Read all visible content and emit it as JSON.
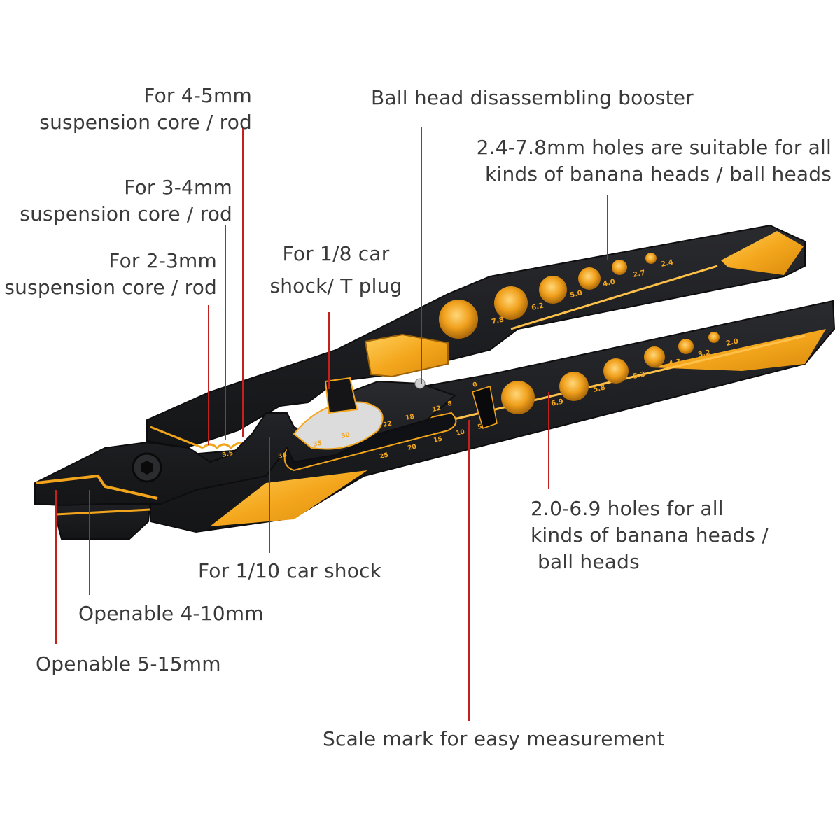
{
  "colors": {
    "body": "#1e1f22",
    "body_edge": "#0d0d0f",
    "accent": "#f2a51c",
    "accent_light": "#ffd27a",
    "leader": "#c4211e",
    "text": "#3a3a3a"
  },
  "labels": {
    "susp_45": {
      "line1": "For 4-5mm",
      "line2": "suspension core / rod"
    },
    "susp_34": {
      "line1": "For 3-4mm",
      "line2": "suspension core / rod"
    },
    "susp_23": {
      "line1": "For 2-3mm",
      "line2": "suspension core / rod"
    },
    "ball_booster": "Ball head disassembling booster",
    "holes_top": {
      "line1": "2.4-7.8mm holes are suitable for all",
      "line2": "kinds of banana heads / ball heads"
    },
    "shock_18": {
      "line1": "For 1/8 car",
      "line2": "shock/ T plug"
    },
    "holes_bottom": {
      "line1": "2.0-6.9 holes for all",
      "line2": "kinds of banana heads /",
      "line3": "ball heads"
    },
    "shock_110": "For 1/10 car shock",
    "open_410": "Openable 4-10mm",
    "open_515": "Openable 5-15mm",
    "scale_mark": "Scale mark for easy measurement"
  },
  "engravings": {
    "top_holes": [
      "7.8",
      "6.2",
      "5.0",
      "4.0",
      "2.7",
      "2.4"
    ],
    "bottom_holes": [
      "6.9",
      "5.8",
      "5.3",
      "4.3",
      "3.2",
      "2.0"
    ],
    "scale_upper": [
      "36",
      "35",
      "30",
      "22",
      "18",
      "12",
      "8",
      "0"
    ],
    "scale_lower": [
      "25",
      "20",
      "15",
      "10",
      "5"
    ],
    "rod_mark": "3.5"
  }
}
